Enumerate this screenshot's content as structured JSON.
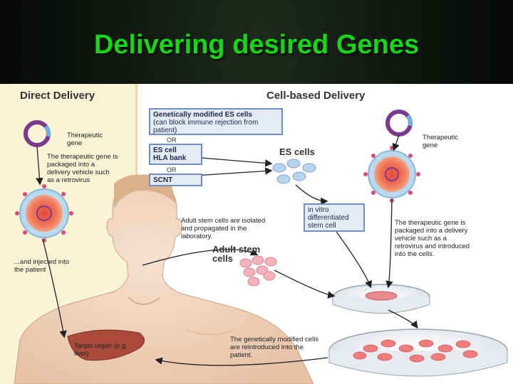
{
  "title": "Delivering desired Genes",
  "direct": {
    "header": "Direct Delivery",
    "therapeutic_gene": "Therapeutic gene",
    "packaged": "The therapeutic gene is packaged into a delivery vehicle such as a retrovirus",
    "injected": "...and injected into the patient",
    "target": "Target organ (e.g. liver)"
  },
  "cell": {
    "header": "Cell-based Delivery",
    "gm_box_title": "Genetically modified ES cells",
    "gm_box_sub": "(can block immune rejection from patient)",
    "or": "OR",
    "es_hla_1": "ES cell",
    "es_hla_2": "HLA bank",
    "scnt": "SCNT",
    "es_cells": "ES cells",
    "in_vitro": "in vitro differentiated stem cell",
    "adult_text": "Adult stem cells are isolated and propagated in the laboratory.",
    "adult_label": "Adult stem cells",
    "therapeutic_gene": "Therapeutic gene",
    "packaged": "The therapeutic gene is packaged into a delivery vehicle such as a retrovirus and introduced into the cells.",
    "reintroduced": "The genetically modified cells are reintroduced into the patient."
  },
  "colors": {
    "title": "#16d616",
    "box_border": "#6d8fc2",
    "box_fill": "#e4ebf5",
    "left_panel": "#fbf3d6"
  }
}
